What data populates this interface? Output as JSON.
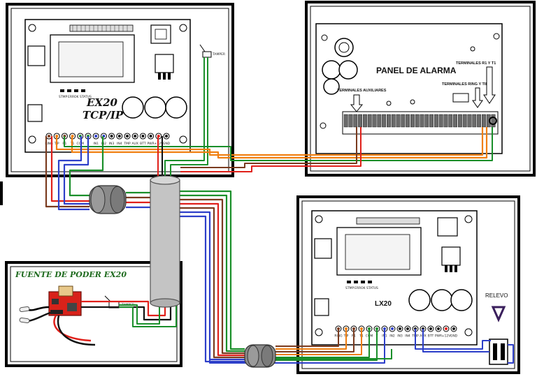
{
  "ex20": {
    "title_line1": "EX20",
    "title_line2": "TCP/IP",
    "status_labels": [
      "STMP",
      "ERR",
      "OK",
      "STATUS"
    ],
    "tamper_label": "TAMPER"
  },
  "alarm_panel": {
    "title": "PANEL DE ALARMA",
    "aux_label": "TERMINALES AUXILIARES",
    "ring_tip_label": "TERMINALES RING Y TIP",
    "r1_t1_label": "TERMINALES R1 Y T1"
  },
  "power_supply": {
    "title": "FUENTE DE PODER EX20",
    "tamper_label": "TAMPER"
  },
  "lx20": {
    "title": "LX20",
    "status_labels": [
      "STMP",
      "ERR",
      "OK",
      "STATUS"
    ]
  },
  "relay": {
    "label": "RELEVO"
  },
  "terminal_labels": [
    "RING",
    "TIP",
    "R1",
    "T1",
    "COM",
    "T",
    "IN1",
    "IN2",
    "IN3",
    "IN4",
    "TMP",
    "AUX",
    "BTT",
    "PWR",
    "+12V",
    "GND"
  ],
  "colors": {
    "green": "#1a8f2a",
    "orange": "#f07f10",
    "brown": "#7a3b1f",
    "blue": "#2d3fc9",
    "red": "#e0201a",
    "black": "#111111",
    "grey_conduit": "#bcbcbc",
    "title_green": "#1f6b1f"
  }
}
